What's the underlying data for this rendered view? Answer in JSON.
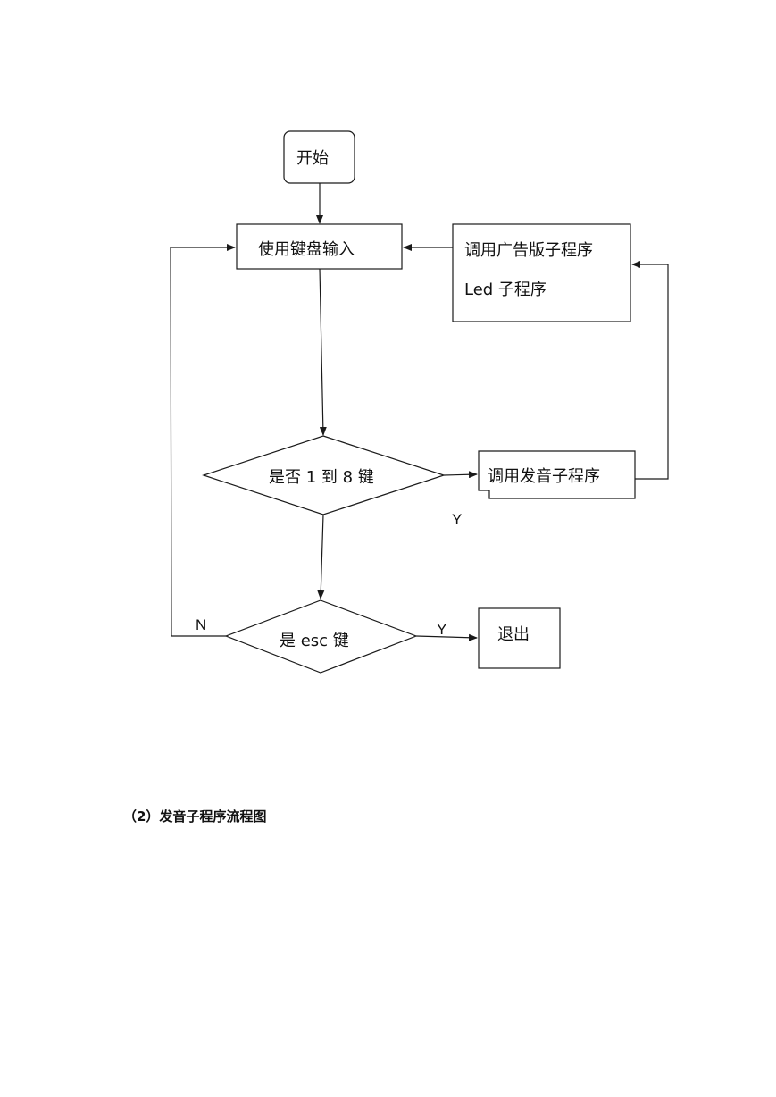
{
  "flowchart": {
    "nodes": {
      "start": "开始",
      "keyboard_input": "使用键盘输入",
      "call_ad_board_line1": "调用广告版子程序",
      "call_ad_board_line2": "Led 子程序",
      "decision_keys_1_to_8": "是否 1 到 8 键",
      "call_sound": "调用发音子程序",
      "decision_esc": "是 esc 键",
      "exit": "退出"
    },
    "edge_labels": {
      "keys_yes": "Y",
      "esc_yes": "Y",
      "esc_no": "N"
    }
  },
  "section_caption": "（2）发音子程序流程图"
}
